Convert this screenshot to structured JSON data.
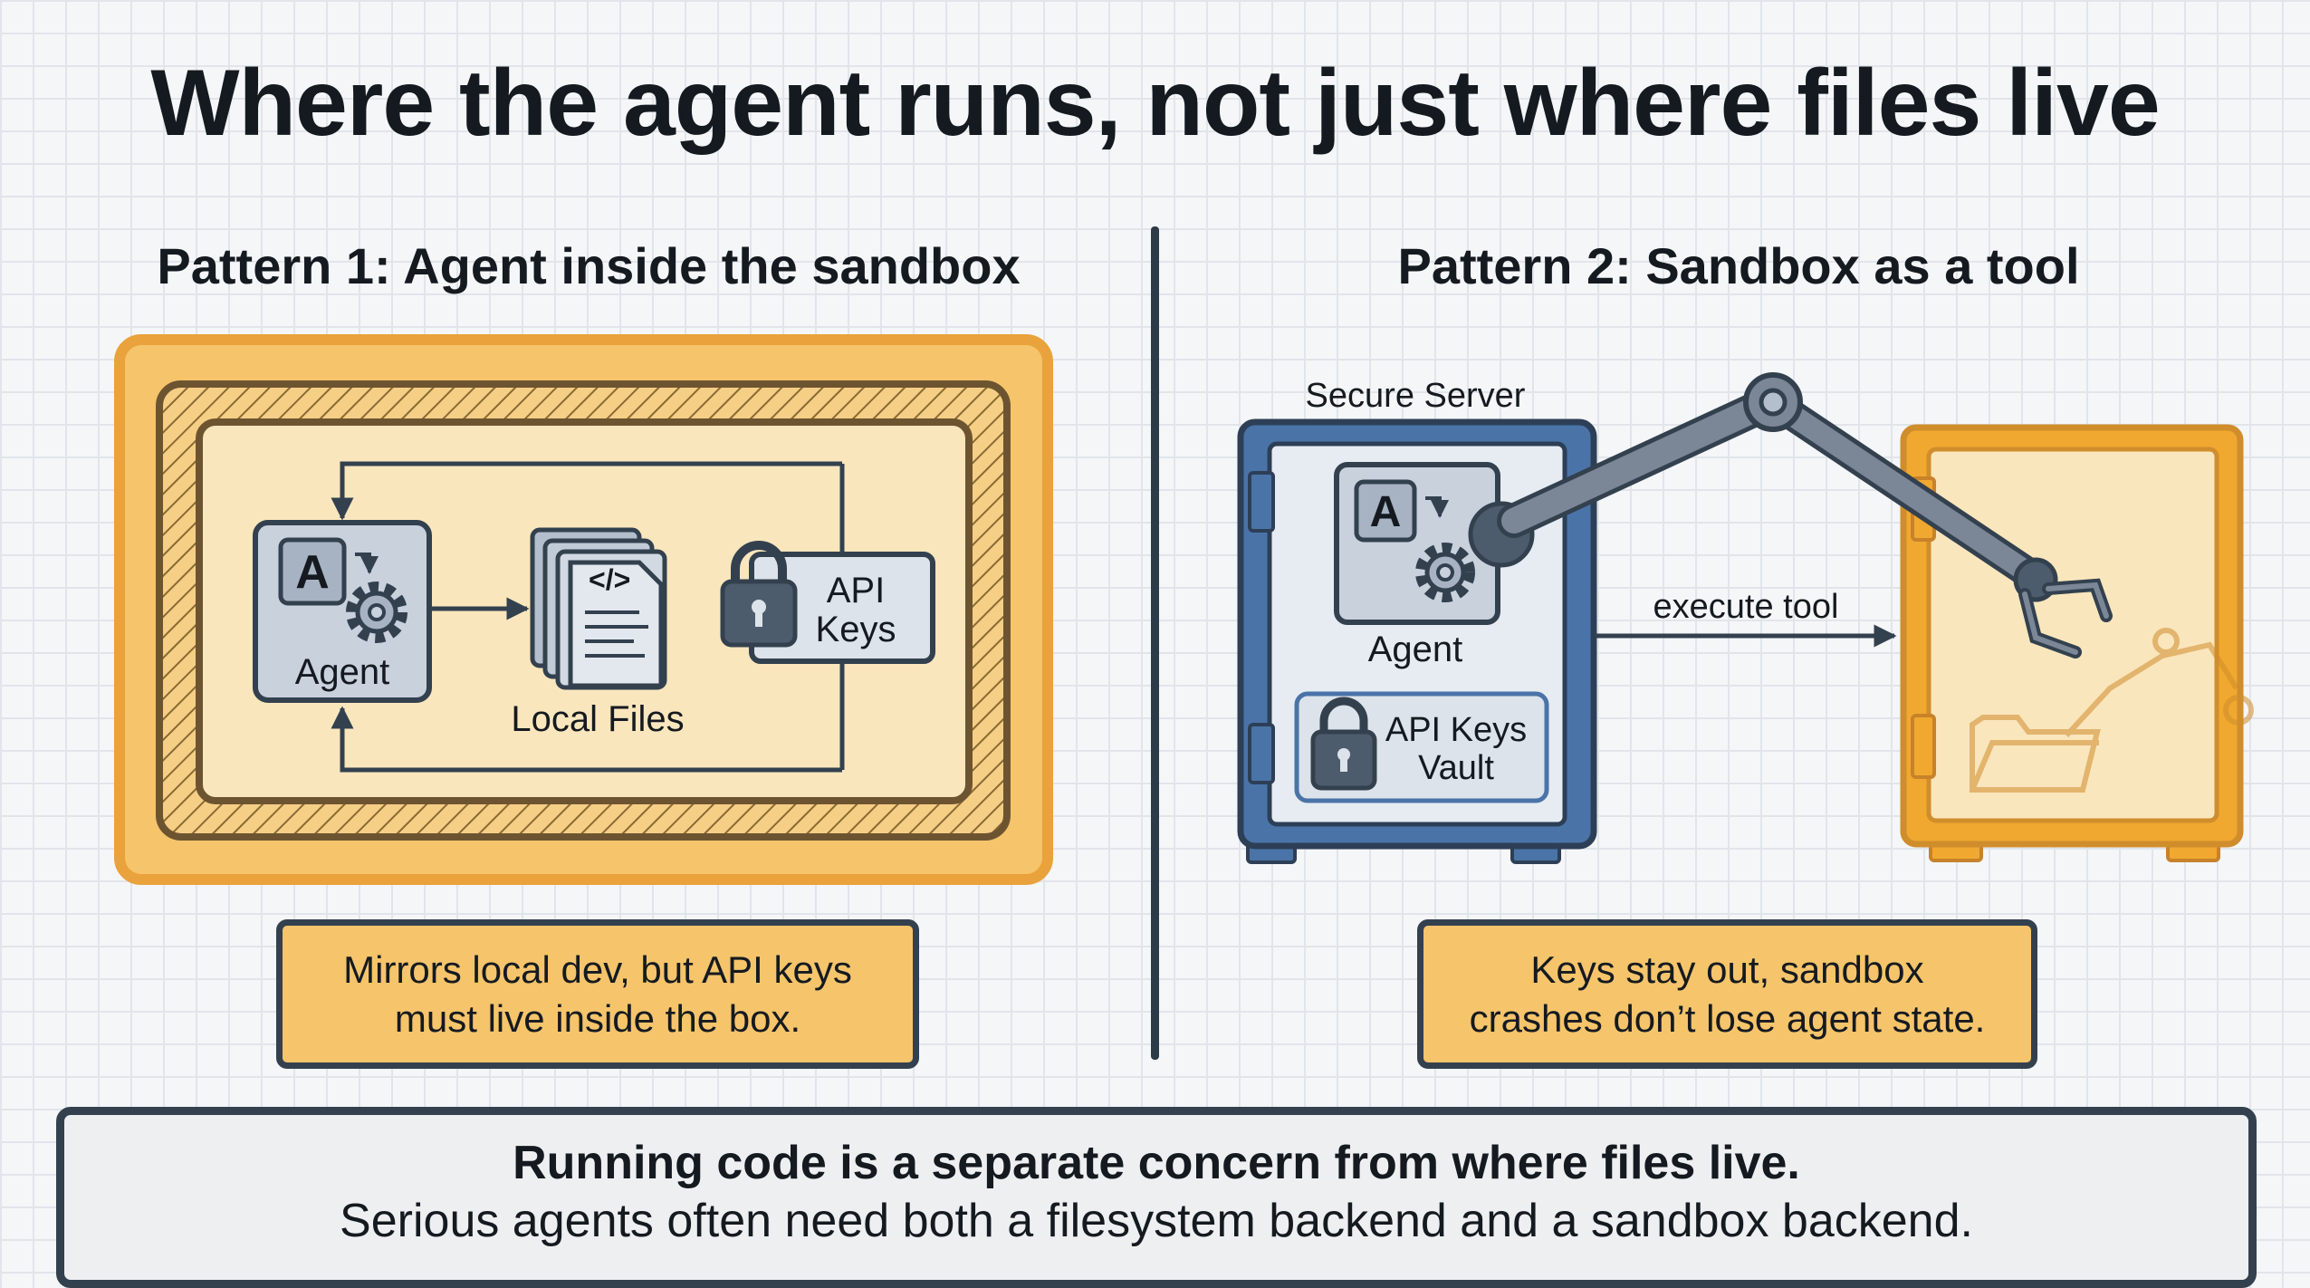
{
  "title": "Where the agent runs, not just where files live",
  "pattern1": {
    "title": "Pattern 1: Agent inside the sandbox",
    "agent_label": "Agent",
    "files_label": "Local Files",
    "keys_label_line1": "API",
    "keys_label_line2": "Keys",
    "agent_badge": "A",
    "code_glyph": "</>",
    "note_line1": "Mirrors local dev, but API keys",
    "note_line2": "must live inside the box."
  },
  "pattern2": {
    "title": "Pattern 2: Sandbox as a tool",
    "server_label": "Secure Server",
    "agent_label": "Agent",
    "agent_badge": "A",
    "vault_label_line1": "API Keys",
    "vault_label_line2": "Vault",
    "arrow_label": "execute tool",
    "note_line1": "Keys stay out, sandbox",
    "note_line2": "crashes don’t lose agent state."
  },
  "summary": {
    "headline": "Running code is a separate concern from where files live.",
    "detail": "Serious agents often need both a filesystem backend and a sandbox backend."
  },
  "colors": {
    "sandbox_orange": "#f0a830",
    "sandbox_fill": "#fae6bd",
    "server_blue": "#4a74a8",
    "outline_dark": "#33414f",
    "note_fill": "#f5c46b"
  }
}
